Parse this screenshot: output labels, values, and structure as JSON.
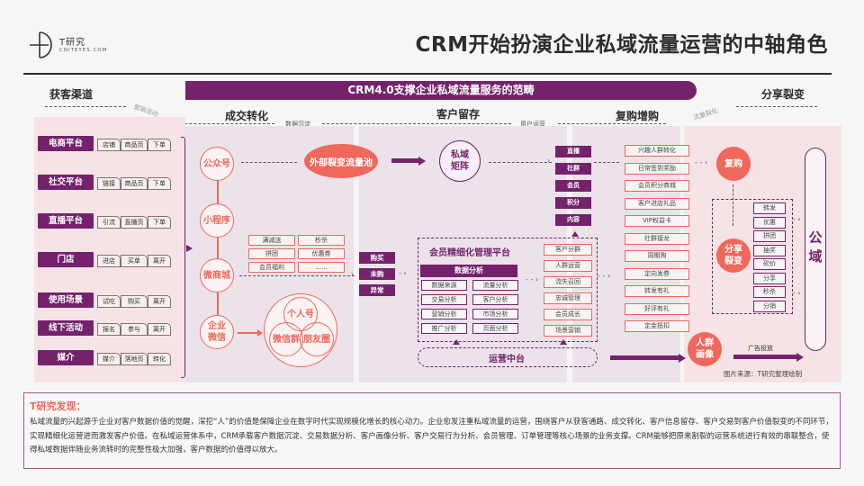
{
  "logo": {
    "name": "T研究",
    "sub": "CNITEYES.COM"
  },
  "title": "CRM开始扮演企业私域流量运营的中轴角色",
  "banner": "CRM4.0支撑企业私域流量服务的范畴",
  "stages": {
    "acquire": "获客渠道",
    "convert": "成交转化",
    "retain": "客户留存",
    "repurchase": "复购增购",
    "share": "分享裂变"
  },
  "flow_labels": {
    "marketing": "营销活动",
    "data": "数据沉淀",
    "user_ops": "用户运营",
    "traffic": "流量裂化"
  },
  "channels": [
    {
      "name": "电商平台",
      "steps": [
        "店铺",
        "商品页",
        "下单"
      ]
    },
    {
      "name": "社交平台",
      "steps": [
        "链接",
        "商品页",
        "下单"
      ]
    },
    {
      "name": "直播平台",
      "steps": [
        "引流",
        "直播页",
        "下单"
      ]
    },
    {
      "name": "门店",
      "steps": [
        "进店",
        "买单",
        "离开"
      ]
    },
    {
      "name": "使用场景",
      "steps": [
        "试吃",
        "购买",
        "离开"
      ]
    },
    {
      "name": "线下活动",
      "steps": [
        "报名",
        "参与",
        "离开"
      ]
    },
    {
      "name": "媒介",
      "steps": [
        "媒介",
        "落地页",
        "转化"
      ]
    }
  ],
  "touchpoints": [
    "公众号",
    "小程序",
    "微商城",
    "企业微信"
  ],
  "external_pool": "外部裂变流量池",
  "promotions": [
    "满减送",
    "秒杀",
    "拼团",
    "优惠券",
    "会员福利",
    "......"
  ],
  "wechat": {
    "personal": "个人号",
    "group": "微信群",
    "moments": "朋友圈"
  },
  "purchase_status": [
    "购买",
    "未购",
    "异常"
  ],
  "private_matrix": "私域矩阵",
  "matrix_items": [
    "直播",
    "社群",
    "会员",
    "积分",
    "内容"
  ],
  "platform": {
    "title": "会员精细化管理平台",
    "analysis_head": "数据分析",
    "analysis": [
      "数据来源",
      "流量分析",
      "交易分析",
      "客户分析",
      "营销分析",
      "市场分析",
      "推广分析",
      "页面分析"
    ],
    "ops": [
      "客户分群",
      "人群运营",
      "流失召回",
      "忠诚管理",
      "会员成长",
      "场景营销"
    ]
  },
  "ops_center": "运营中台",
  "repurchase_items": [
    "兴趣人群转化",
    "日常签到奖励",
    "会员积分商城",
    "客户进店礼品",
    "VIP权益卡",
    "社群接龙",
    "周期购",
    "定向发券",
    "转发有礼",
    "好评有礼",
    "定金抵扣"
  ],
  "repurchase": "复购",
  "share_viral": "分享裂变",
  "share_items": [
    "转发",
    "优惠",
    "拼团",
    "抽奖",
    "砍价",
    "分享",
    "秒杀",
    "分销"
  ],
  "public_domain": "公域",
  "crowd_portrait": "人群画像",
  "ad": "广告投放",
  "source": "图片来源：T研究整理绘制",
  "findings": {
    "title": "T研究发现：",
    "body": "私域流量的兴起源于企业对客户数据价值的觉醒，深挖“人”的价值是保障企业在数字时代实现规模化增长的核心动力。企业愈发注重私域流量的运营，围绕客户从获客通路、成交转化、客户信息留存、客户交易到客户价值裂变的不同环节，实现精细化运营进而激发客户价值。在私域运营体系中，CRM承载客户数据沉淀、交易数据分析、客户画像分析、客户交易行为分析、会员管理、订单管理等核心场景的业务支撑。CRM能够把原来割裂的运营系统进行有效的串联整合，使得私域数据伴随业务流转时的完整性极大加强，客户数据的价值得以放大。"
  }
}
